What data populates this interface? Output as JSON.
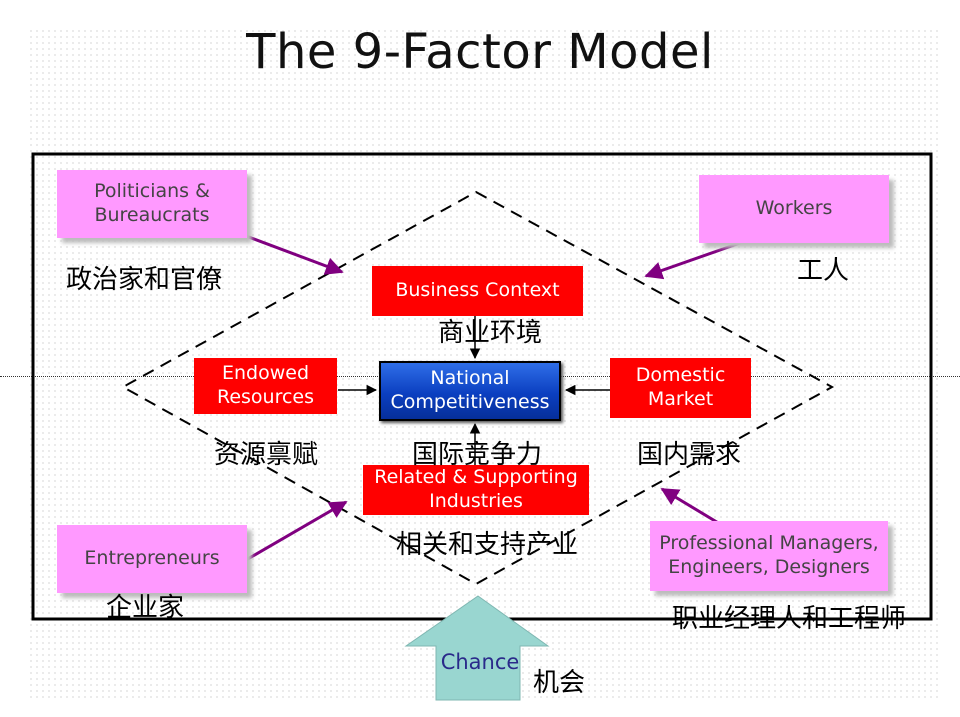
{
  "title": "The 9-Factor Model",
  "colors": {
    "human_factor_fill": "#ff99ff",
    "physical_factor_fill": "#ff0000",
    "core_fill": "#0b3fc0",
    "arrow_purple": "#800080",
    "chance_fill": "#99d6d0"
  },
  "human_factors": {
    "politicians": {
      "label_line1": "Politicians &",
      "label_line2": "Bureaucrats",
      "cn": "政治家和官僚"
    },
    "workers": {
      "label": "Workers",
      "cn": "工人"
    },
    "entrepreneurs": {
      "label": "Entrepreneurs",
      "cn": "企业家"
    },
    "professionals": {
      "label_line1": "Professional Managers,",
      "label_line2": "Engineers, Designers",
      "cn": "职业经理人和工程师"
    }
  },
  "physical_factors": {
    "business_context": {
      "label": "Business Context",
      "cn": "商业环境"
    },
    "endowed_resources": {
      "label_line1": "Endowed",
      "label_line2": "Resources",
      "cn": "资源禀赋"
    },
    "domestic_market": {
      "label_line1": "Domestic",
      "label_line2": "Market",
      "cn": "国内需求"
    },
    "related_supporting": {
      "label_line1": "Related & Supporting",
      "label_line2": "Industries",
      "cn": "相关和支持产业"
    }
  },
  "core": {
    "label_line1": "National",
    "label_line2": "Competitiveness",
    "cn": "国际竞争力"
  },
  "chance": {
    "label": "Chance",
    "cn": "机会"
  }
}
